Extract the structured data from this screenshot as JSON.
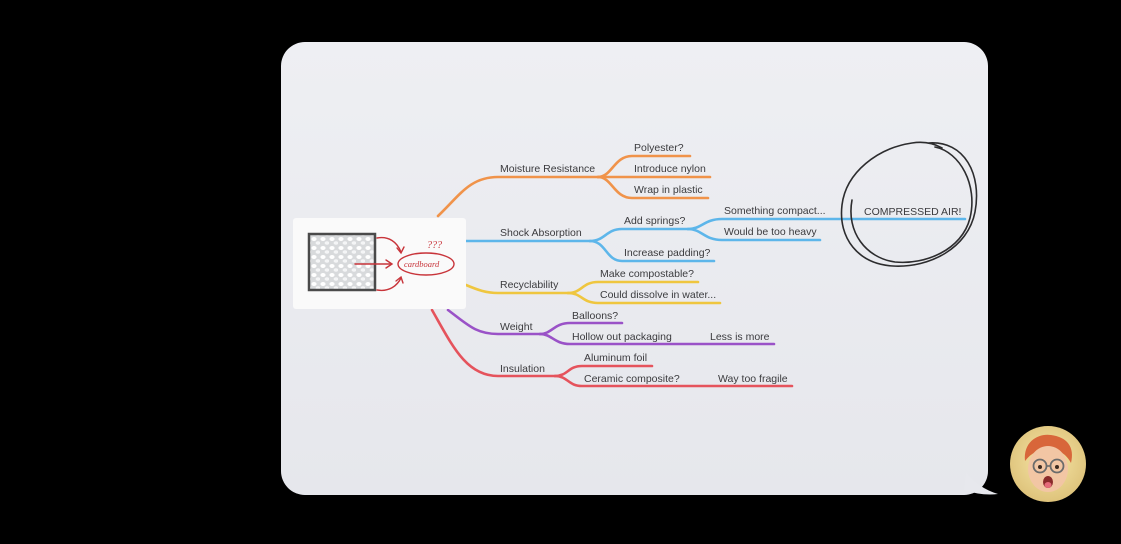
{
  "mindmap": {
    "branches": [
      {
        "label": "Moisture Resistance",
        "color": "#f0934a",
        "children": [
          {
            "label": "Polyester?"
          },
          {
            "label": "Introduce nylon"
          },
          {
            "label": "Wrap in plastic"
          }
        ]
      },
      {
        "label": "Shock Absorption",
        "color": "#5db6ea",
        "children": [
          {
            "label": "Add springs?",
            "children": [
              {
                "label": "Something compact..."
              },
              {
                "label": "Would be too heavy"
              }
            ]
          },
          {
            "label": "Increase padding?"
          }
        ]
      },
      {
        "label": "Recyclability",
        "color": "#efc63f",
        "children": [
          {
            "label": "Make compostable?"
          },
          {
            "label": "Could dissolve in water..."
          }
        ]
      },
      {
        "label": "Weight",
        "color": "#9a52c7",
        "children": [
          {
            "label": "Balloons?"
          },
          {
            "label": "Hollow out packaging",
            "children": [
              {
                "label": "Less is more"
              }
            ]
          }
        ]
      },
      {
        "label": "Insulation",
        "color": "#e5535c",
        "children": [
          {
            "label": "Aluminum foil"
          },
          {
            "label": "Ceramic composite?",
            "children": [
              {
                "label": "Way too fragile"
              }
            ]
          }
        ]
      }
    ],
    "callout": "COMPRESSED AIR!"
  },
  "sketch": {
    "circle_text": "cardboard",
    "question_marks": "???"
  },
  "colors": {
    "background": "#000000",
    "bubble": "#eceef2",
    "ink": "#3b3b3e",
    "sketch_red": "#c8343a"
  }
}
